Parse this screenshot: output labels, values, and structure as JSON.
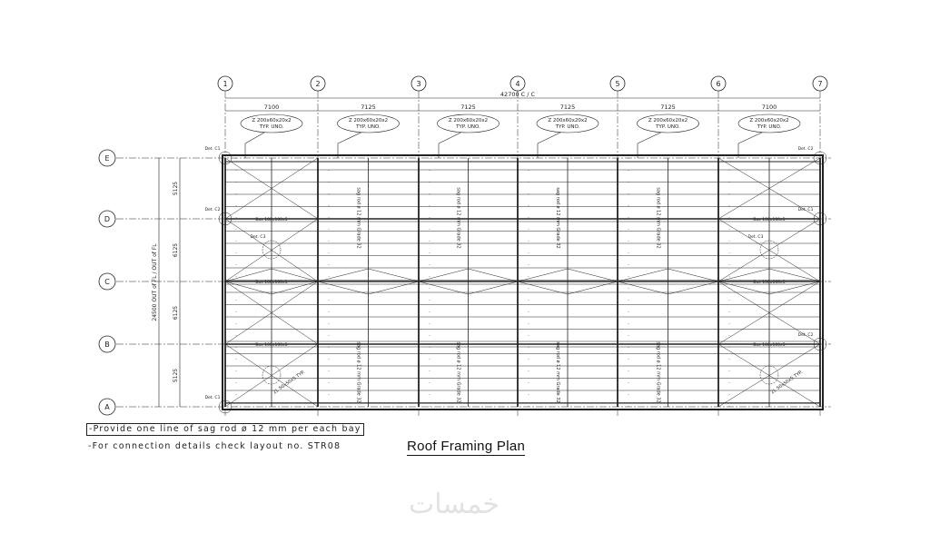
{
  "drawing": {
    "title": "Roof  Framing Plan",
    "notes": [
      "-Provide one line of sag rod ø 12 mm per each bay",
      "-For connection details check layout no. STR08"
    ],
    "grid_columns": [
      "1",
      "2",
      "3",
      "4",
      "5",
      "6",
      "7"
    ],
    "grid_rows": [
      "E",
      "D",
      "C",
      "B",
      "A"
    ],
    "overall_dimension": "42700 C / C",
    "bay_dimensions": [
      "7100",
      "7125",
      "7125",
      "7125",
      "7125",
      "7100"
    ],
    "purlin_tag": [
      "Z 200x60x20x2",
      "TYP. UNO."
    ],
    "row_dimensions": [
      "5125",
      "6125",
      "6125",
      "5125"
    ],
    "overall_row_dimension": "24500 OUT of FL / OUT of FL",
    "sag_rod_label": "sag rod ø 12 mm Grade 32",
    "beam_label": "Box 100x100x5",
    "detail_labels": [
      "Det. C1",
      "Det. C2",
      "Det. C3"
    ],
    "bracing_label": "2L 50x50x5 TYP."
  },
  "watermark": "خمسات",
  "colors": {
    "ink": "#222222",
    "background": "#ffffff"
  }
}
